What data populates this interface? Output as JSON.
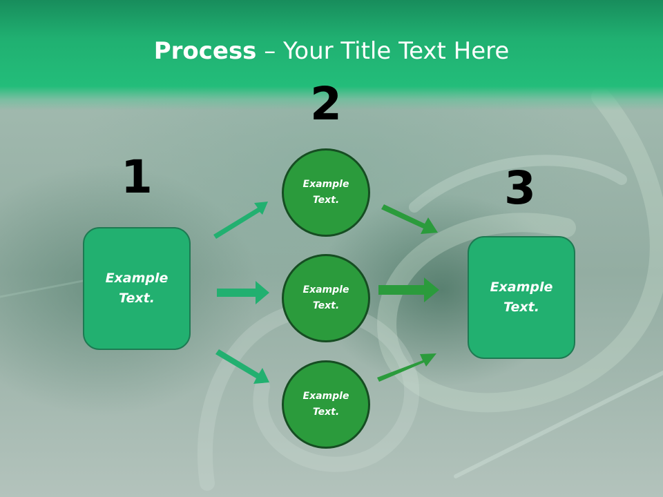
{
  "title": {
    "bold": "Process",
    "rest": " – Your Title Text Here"
  },
  "steps": [
    {
      "number": "1",
      "text": "Example Text."
    },
    {
      "number": "2",
      "items": [
        "Example Text.",
        "Example Text.",
        "Example Text."
      ]
    },
    {
      "number": "3",
      "text": "Example Text."
    }
  ],
  "colors": {
    "header": "#23bd7a",
    "box_fill": "#22b070",
    "circle_fill": "#2b9b3c",
    "circle_border": "#164d22",
    "arrow_teal": "#22b070",
    "arrow_green": "#2b9b3c"
  }
}
